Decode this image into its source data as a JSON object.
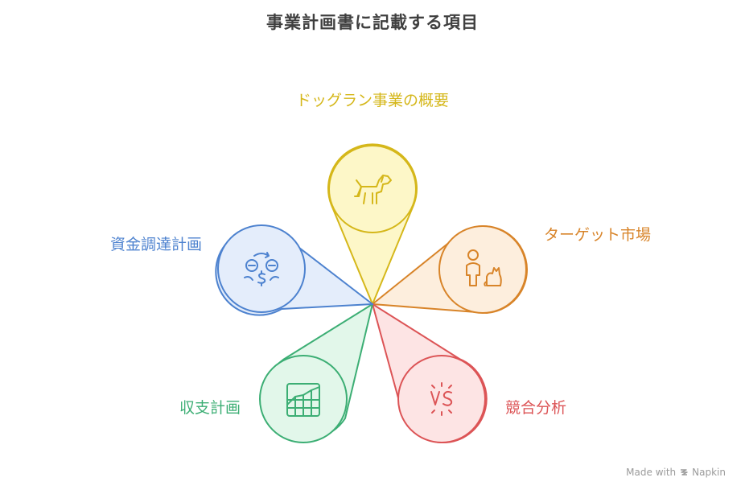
{
  "title": "事業計画書に記載する項目",
  "items": [
    {
      "label": "ドッグラン事業の概要",
      "icon": "dog-icon",
      "color": "#d5b71a",
      "fill": "#fdf7c8"
    },
    {
      "label": "ターゲット市場",
      "icon": "person-and-cat-icon",
      "color": "#d88429",
      "fill": "#fdeedd"
    },
    {
      "label": "競合分析",
      "icon": "vs-icon",
      "color": "#dc5456",
      "fill": "#fde4e4"
    },
    {
      "label": "収支計画",
      "icon": "growth-chart-icon",
      "color": "#3cae74",
      "fill": "#e2f7ea"
    },
    {
      "label": "資金調達計画",
      "icon": "currency-exchange-icon",
      "color": "#4d82cf",
      "fill": "#e4edfb"
    }
  ],
  "footer": {
    "made_with": "Made with",
    "brand": "Napkin"
  }
}
